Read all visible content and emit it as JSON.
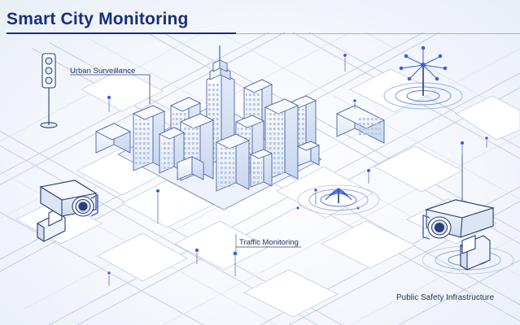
{
  "header": {
    "title": "Smart City Monitoring"
  },
  "labels": {
    "urban_surveillance": "Urban Surveillance",
    "traffic_monitoring": "Traffic Monitoring",
    "public_safety": "Public Safety Infrastructure"
  },
  "colors": {
    "accent": "#17307a",
    "line": "#5b74b4",
    "light_line": "#c3cfe6",
    "highlight": "#3b62d6",
    "background": "#f5f7fb"
  },
  "icons": [
    "traffic-light-icon",
    "security-camera-icon",
    "antenna-tower-icon",
    "wireless-signal-icon",
    "city-skyline-icon"
  ]
}
